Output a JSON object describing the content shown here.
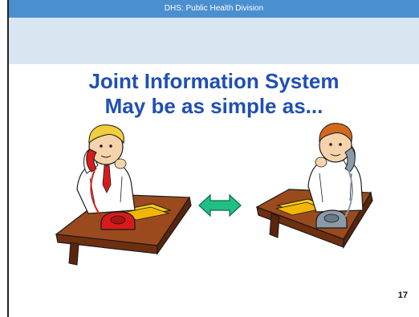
{
  "header": {
    "title": "DHS: Public Health Division"
  },
  "slide": {
    "heading_line1": "Joint Information System",
    "heading_line2": "May be as simple as...",
    "page_number": "17"
  },
  "colors": {
    "banner": "#d9e6f2",
    "title_bar": "#4a8fd0",
    "heading": "#1f4fb4",
    "arrow": "#1fbf86"
  },
  "clipart": {
    "left": "person-on-red-phone",
    "right": "person-on-gray-phone",
    "center": "double-arrow-icon"
  }
}
